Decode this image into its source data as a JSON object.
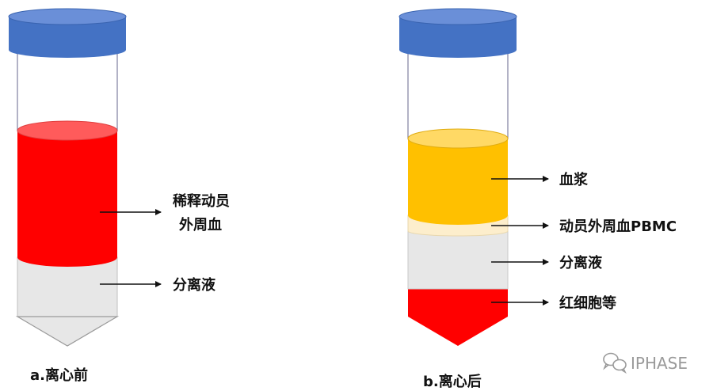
{
  "colors": {
    "cap": "#4472c4",
    "blood": "#ff0000",
    "separation_fluid": "#e7e7e7",
    "plasma": "#ffc000",
    "pbmc": "#fdeecc",
    "rbc": "#ff0000",
    "tube_outline": "#7f7f9f"
  },
  "tube_a": {
    "caption": "a.离心前",
    "labels": {
      "blood_line1": "稀释动员",
      "blood_line2": "外周血",
      "separation": "分离液"
    }
  },
  "tube_b": {
    "caption": "b.离心后",
    "labels": {
      "plasma": "血浆",
      "pbmc": "动员外周血PBMC",
      "separation": "分离液",
      "rbc": "红细胞等"
    }
  },
  "watermark": {
    "icon": "wechat-icon",
    "text": "IPHASE"
  }
}
